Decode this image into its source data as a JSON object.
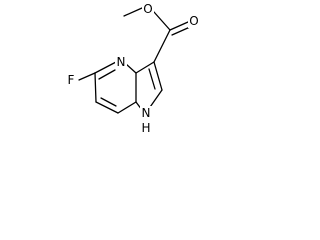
{
  "molecule": {
    "atoms": {
      "methyl_o": "O",
      "carbonyl_o": "O",
      "fluorine": "F",
      "pyridine_n": "N",
      "pyrrole_n": "N",
      "pyrrole_h": "H"
    },
    "colors": {
      "bond": "#000000",
      "label": "#000000",
      "background": "#ffffff"
    }
  }
}
